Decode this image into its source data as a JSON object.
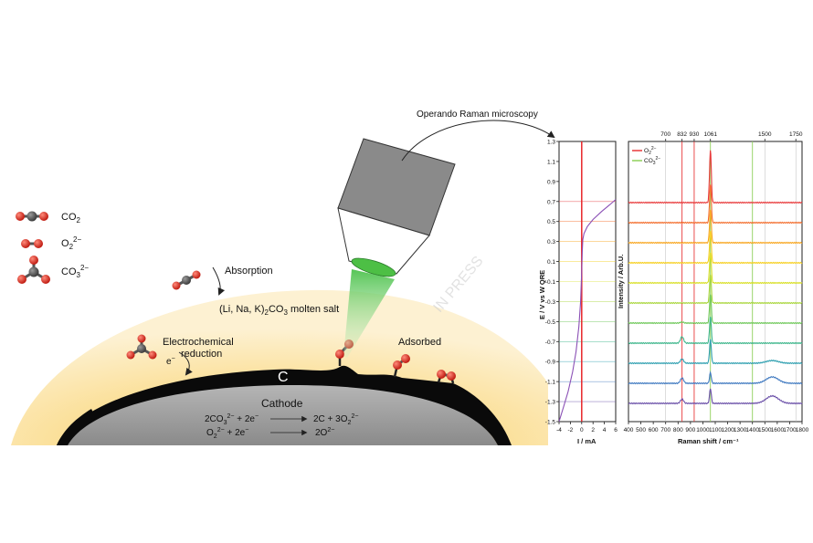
{
  "legend": {
    "co2": "CO",
    "co2_sub": "2",
    "o2": "O",
    "o2_sub": "2",
    "o2_sup": "2−",
    "co3": "CO",
    "co3_sub": "3",
    "co3_sup": "2−"
  },
  "labels": {
    "absorption": "Absorption",
    "molten_pre": "(Li, Na, K)",
    "molten_sub": "2",
    "molten_post": "CO",
    "molten_sub2": "3",
    "molten_tail": " molten salt",
    "electrochem_1": "Electrochemical",
    "electrochem_2": "reduction",
    "electron": "e",
    "electron_sup": "−",
    "adsorbed": "Adsorbed",
    "carbon": "C",
    "cathode": "Cathode",
    "eq1_left": "2CO",
    "eq1_left_sub": "3",
    "eq1_left_sup": "2−",
    "eq1_left_rest": " + 2e",
    "eq1_left_e_sup": "−",
    "eq1_right": "2C + 3O",
    "eq1_right_sub": "2",
    "eq1_right_sup": "2−",
    "eq2_left": "O",
    "eq2_left_sub": "2",
    "eq2_left_sup": "2−",
    "eq2_left_rest": " + 2e",
    "eq2_left_e_sup": "−",
    "eq2_right": "2O",
    "eq2_right_sup": "2−",
    "microscopy": "Operando Raman microscopy",
    "watermark": "IN PRESS"
  },
  "charts": {
    "cv": {
      "ylabel": "E / V vs W QRE",
      "xlabel": "I / mA",
      "yticks": [
        "1.3",
        "1.1",
        "0.9",
        "0.7",
        "0.5",
        "0.3",
        "0.1",
        "-0.1",
        "-0.3",
        "-0.5",
        "-0.7",
        "-0.9",
        "-1.1",
        "-1.3",
        "-1.5"
      ],
      "xticks": [
        "-4",
        "-2",
        "0",
        "2",
        "4",
        "6"
      ],
      "ylim": [
        -1.5,
        1.3
      ],
      "xlim": [
        -4,
        6
      ],
      "curve_I": [
        -4.0,
        -3.2,
        -2.4,
        -1.6,
        -1.0,
        -0.5,
        -0.2,
        0.0,
        0.1,
        0.2,
        0.4,
        1.0,
        2.0,
        3.5,
        5.0,
        6.0
      ],
      "curve_E": [
        -1.5,
        -1.35,
        -1.2,
        -1.0,
        -0.8,
        -0.55,
        -0.3,
        0.0,
        0.2,
        0.32,
        0.38,
        0.45,
        0.52,
        0.6,
        0.67,
        0.72
      ],
      "hline_levels": [
        0.7,
        0.5,
        0.3,
        0.1,
        -0.1,
        -0.3,
        -0.5,
        -0.7,
        -0.9,
        -1.1,
        -1.3
      ],
      "hline_colors": [
        "#e8393a",
        "#f36c2b",
        "#f8a51c",
        "#f6cf1e",
        "#d8df24",
        "#a9d63c",
        "#6fc85a",
        "#3bb58a",
        "#2e9fb0",
        "#3f79c0",
        "#6a4fa8"
      ]
    },
    "raman": {
      "ylabel": "Intensity / Arb.U.",
      "xlabel": "Raman shift / cm⁻¹",
      "xticks": [
        "400",
        "500",
        "600",
        "700",
        "800",
        "900",
        "1000",
        "1100",
        "1200",
        "1300",
        "1400",
        "1500",
        "1600",
        "1700",
        "1800"
      ],
      "xlim": [
        400,
        1800
      ],
      "top_ticks": [
        "700",
        "832",
        "930",
        "1061",
        "1500",
        "1750"
      ],
      "top_positions": [
        700,
        832,
        930,
        1061,
        1500,
        1750
      ],
      "legend_o2": "O",
      "legend_o2_sub": "2",
      "legend_o2_sup": "2−",
      "legend_co3": "CO",
      "legend_co3_sub": "3",
      "legend_co3_sup": "2−",
      "legend_o2_color": "#e8393a",
      "legend_co3_color": "#8fd05a",
      "red_lines": [
        832,
        930
      ],
      "green_lines": [
        1061,
        1400
      ],
      "spectrum_colors": [
        "#e8393a",
        "#f36c2b",
        "#f8a51c",
        "#f6cf1e",
        "#d8df24",
        "#a9d63c",
        "#6fc85a",
        "#3bb58a",
        "#2e9fb0",
        "#3f79c0",
        "#6a4fa8"
      ],
      "peak_heights": [
        1.0,
        0.72,
        0.62,
        0.6,
        0.58,
        0.55,
        0.55,
        0.5,
        0.45,
        0.2,
        0.28
      ],
      "peak_832": [
        0,
        0,
        0,
        0,
        0,
        0,
        0.02,
        0.12,
        0.08,
        0.1,
        0.08
      ],
      "hump_1560": [
        0,
        0,
        0,
        0,
        0,
        0,
        0,
        0,
        0.05,
        0.12,
        0.14
      ]
    }
  }
}
